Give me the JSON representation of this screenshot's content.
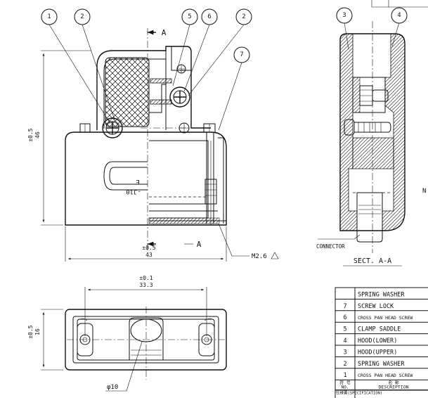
{
  "balloons": {
    "front_1": "1",
    "front_2a": "2",
    "front_5": "5",
    "front_6": "6",
    "front_2b": "2",
    "front_7": "7",
    "sect_3": "3",
    "sect_4": "4"
  },
  "section_marks": {
    "top": "A",
    "bottom": "A",
    "title": "SECT.  A-A"
  },
  "dimensions": {
    "height_tol": "±0.5",
    "height": "46",
    "width_tol": "±0.5",
    "width": "43",
    "screw_callout": "M2.6",
    "top_width_tol": "±0.1",
    "top_width": "33.3",
    "depth_tol": "±0.5",
    "depth": "16",
    "diameter": "φ10"
  },
  "labels": {
    "connector": "CONNECTOR",
    "stamp_top": "E",
    "stamp_bottom": "-J10",
    "note_letter": "N"
  },
  "parts_table": {
    "rows": [
      {
        "no": "",
        "desc": "SPRING WASHER",
        "small": false
      },
      {
        "no": "7",
        "desc": "SCREW LOCK",
        "small": false
      },
      {
        "no": "6",
        "desc": "CROSS PAN HEAD SCREW",
        "small": true
      },
      {
        "no": "5",
        "desc": "CLAMP SADDLE",
        "small": false
      },
      {
        "no": "4",
        "desc": "HOOD(LOWER)",
        "small": false
      },
      {
        "no": "3",
        "desc": "HOOD(UPPER)",
        "small": false
      },
      {
        "no": "2",
        "desc": "SPRING WASHER",
        "small": false
      },
      {
        "no": "1",
        "desc": "CROSS PAN HEAD SCREW",
        "small": true
      }
    ],
    "header_no_jp": "符 号",
    "header_no": "NO.",
    "header_desc_jp": "名    称",
    "header_desc": "DESCRIPTION",
    "footer": "仕様書(SPECIFICATION)"
  }
}
